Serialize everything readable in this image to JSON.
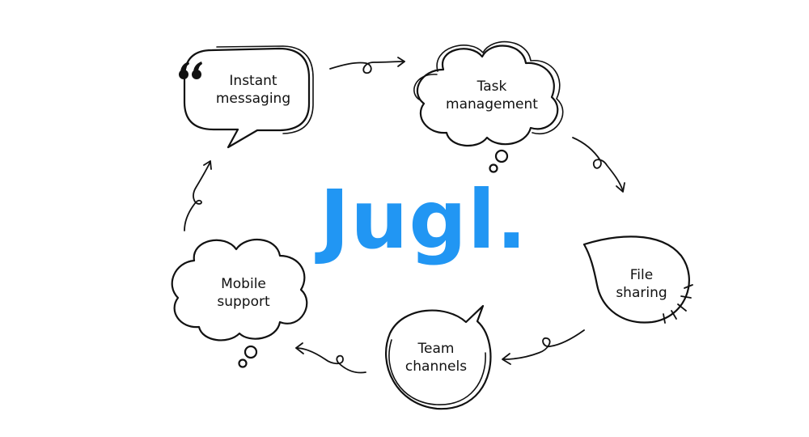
{
  "brand": {
    "name": "Jugl.",
    "color": "#2196F3"
  },
  "stroke_color": "#111111",
  "nodes": [
    {
      "id": "instant-messaging",
      "shape": "speech-bubble",
      "lines": [
        "Instant",
        "messaging"
      ],
      "icon": "quote-icon"
    },
    {
      "id": "task-management",
      "shape": "thought-cloud",
      "lines": [
        "Task",
        "management"
      ]
    },
    {
      "id": "file-sharing",
      "shape": "drop-bubble",
      "lines": [
        "File",
        "sharing"
      ],
      "icon": "sparkle-lines-icon"
    },
    {
      "id": "team-channels",
      "shape": "round-speech-bubble",
      "lines": [
        "Team",
        "channels"
      ]
    },
    {
      "id": "mobile-support",
      "shape": "thought-cloud",
      "lines": [
        "Mobile",
        "support"
      ]
    }
  ],
  "flow": [
    {
      "from": "instant-messaging",
      "to": "task-management"
    },
    {
      "from": "task-management",
      "to": "file-sharing"
    },
    {
      "from": "file-sharing",
      "to": "team-channels"
    },
    {
      "from": "team-channels",
      "to": "mobile-support"
    },
    {
      "from": "mobile-support",
      "to": "instant-messaging"
    }
  ]
}
